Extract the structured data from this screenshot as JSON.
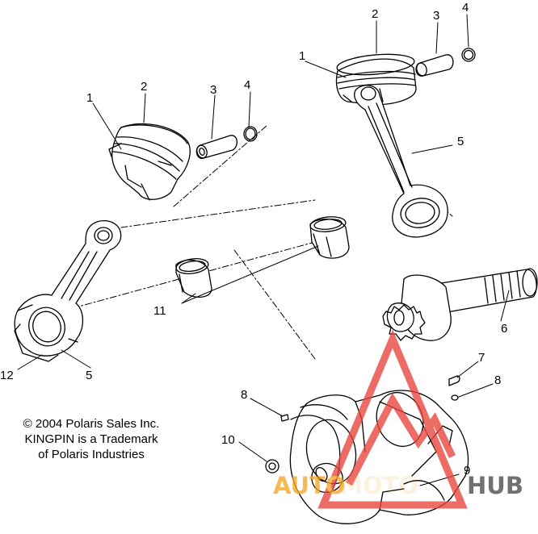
{
  "callouts": {
    "c1a": "1",
    "c2a": "2",
    "c3a": "3",
    "c4a": "4",
    "c1b": "1",
    "c2b": "2",
    "c3b": "3",
    "c4b": "4",
    "c5a": "5",
    "c5b": "5",
    "c6": "6",
    "c7": "7",
    "c8a": "8",
    "c8b": "8",
    "c9": "9",
    "c10": "10",
    "c11": "11",
    "c12": "12"
  },
  "copyright": {
    "line1": "© 2004 Polaris Sales Inc.",
    "line2": "KINGPIN is a Trademark",
    "line3": "of Polaris Industries"
  },
  "watermark": {
    "text_orange": "AUTO",
    "text_hidden": "MOTO",
    "text_gray": "HUB",
    "triangle_color": "#e8453c",
    "orange_color": "#f5a623",
    "gray_color": "#4a4a4a"
  }
}
